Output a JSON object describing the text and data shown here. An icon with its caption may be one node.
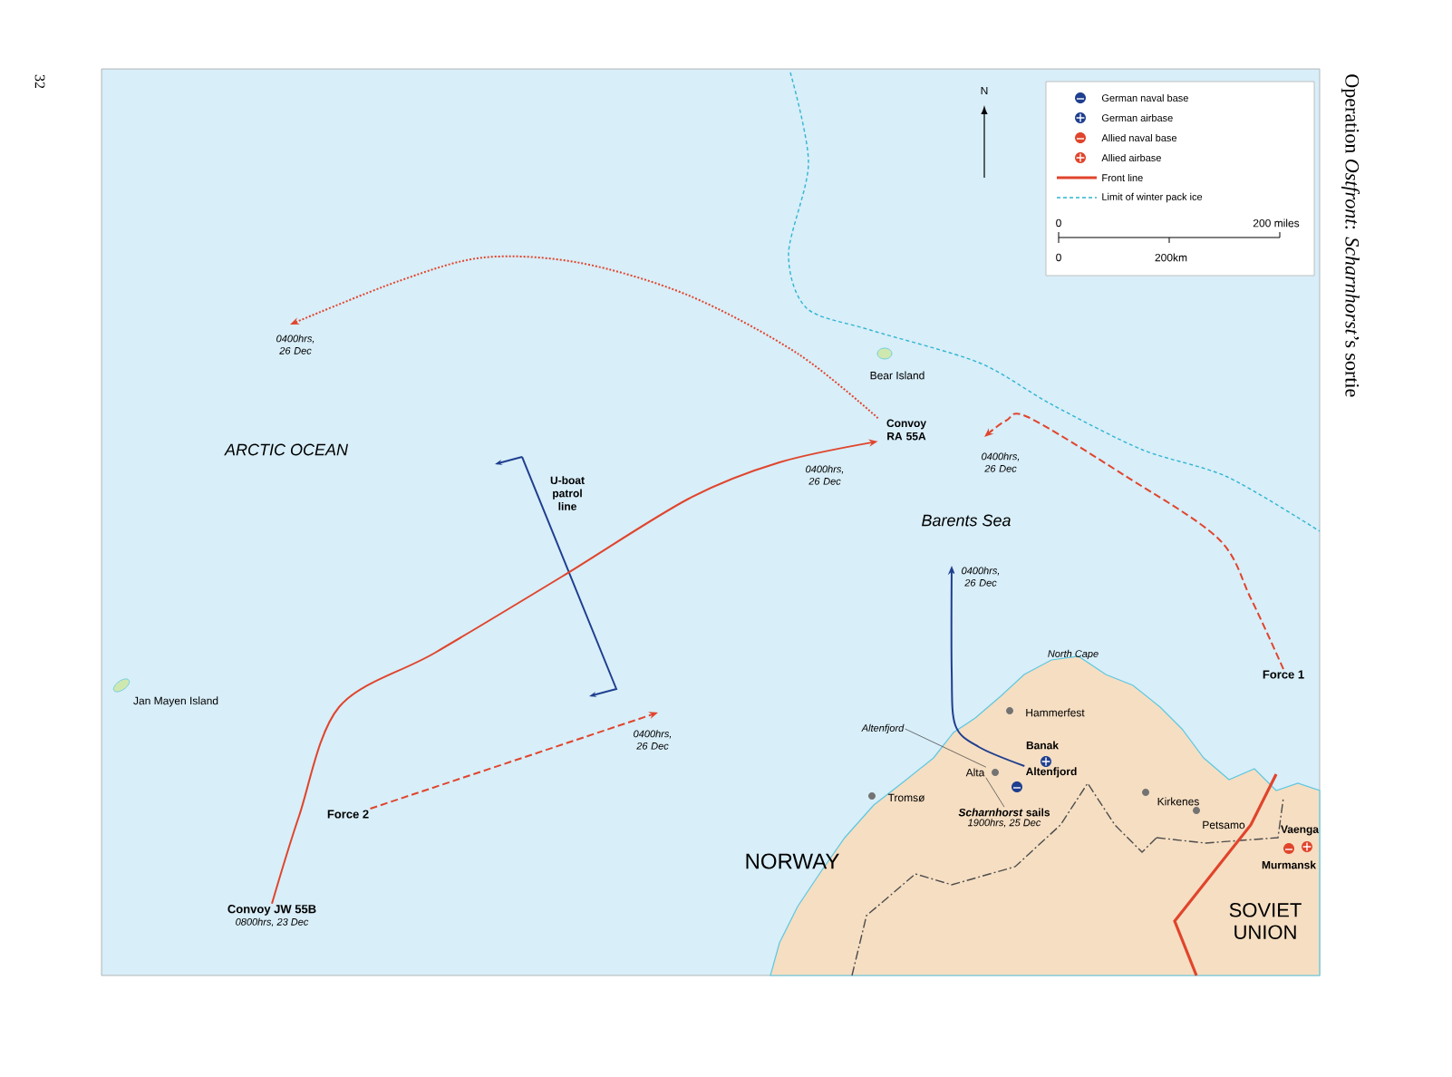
{
  "diagram": {
    "title": "Operation *Ostfront*: *Scharnhorst*’s sortie",
    "nodes": [
      {
        "text": [
          "Convoy JW 55B"
        ],
        "beside": [
          "0800hrs, 23 Dec"
        ]
      },
      {
        "text": [
          "Convoy RA 55A"
        ]
      },
      {
        "text": [
          "Force 2"
        ]
      },
      {
        "text": [
          "Force 1"
        ]
      },
      {
        "text": [
          "Altenfjord"
        ]
      },
      {
        "text": [
          "Alta"
        ]
      },
      {
        "text": [
          "*Scharnhorst* sails"
        ],
        "beside": [
          "1900hrs, 25 Dec"
        ]
      },
      {
        "text": [
          "Altenfjord"
        ]
      }
    ],
    "edges": [
      {
        "from": 0,
        "to": 1,
        "arrow": "to",
        "label": "0400hrs, 26 Dec"
      },
      {
        "from": 1,
        "to": null,
        "arrow": "to",
        "label": "0400hrs, 26 Dec",
        "style": "dashed"
      },
      {
        "from": 2,
        "to": null,
        "arrow": "to",
        "label": "0400hrs, 26 Dec",
        "style": "dashed"
      },
      {
        "from": 3,
        "to": null,
        "arrow": "to",
        "label": "0400hrs, 26 Dec",
        "style": "dashed"
      },
      {
        "from": 4,
        "to": null,
        "arrow": "to",
        "label": "0400hrs, 26 Dec",
        "color": "#1f3f8f"
      },
      {
        "from": 6,
        "to": 5,
        "arrow": "none",
        "color": "#4c4c4c"
      },
      {
        "from": 7,
        "to": 5,
        "arrow": "none",
        "color": "#4c4c4c"
      }
    ],
    "labels": [
      "32",
      "N",
      "ARCTIC OCEAN",
      "U-boat patrol line",
      "Bear Island",
      "Barents Sea",
      "Jan Mayen Island",
      "North Cape",
      "Hammerfest",
      "Banak",
      "Tromsø",
      "Kirkenes",
      "Petsamo",
      "Vaenga",
      "Murmansk",
      "NORWAY",
      "SOVIET UNION",
      "0",
      "200 miles",
      "0",
      "200km"
    ],
    "legend": [
      {
        "text": "German naval base"
      },
      {
        "text": "German airbase"
      },
      {
        "text": "Allied naval base"
      },
      {
        "text": "Allied airbase"
      },
      {
        "text": "Front line"
      },
      {
        "text": "Limit of winter pack ice"
      }
    ]
  }
}
